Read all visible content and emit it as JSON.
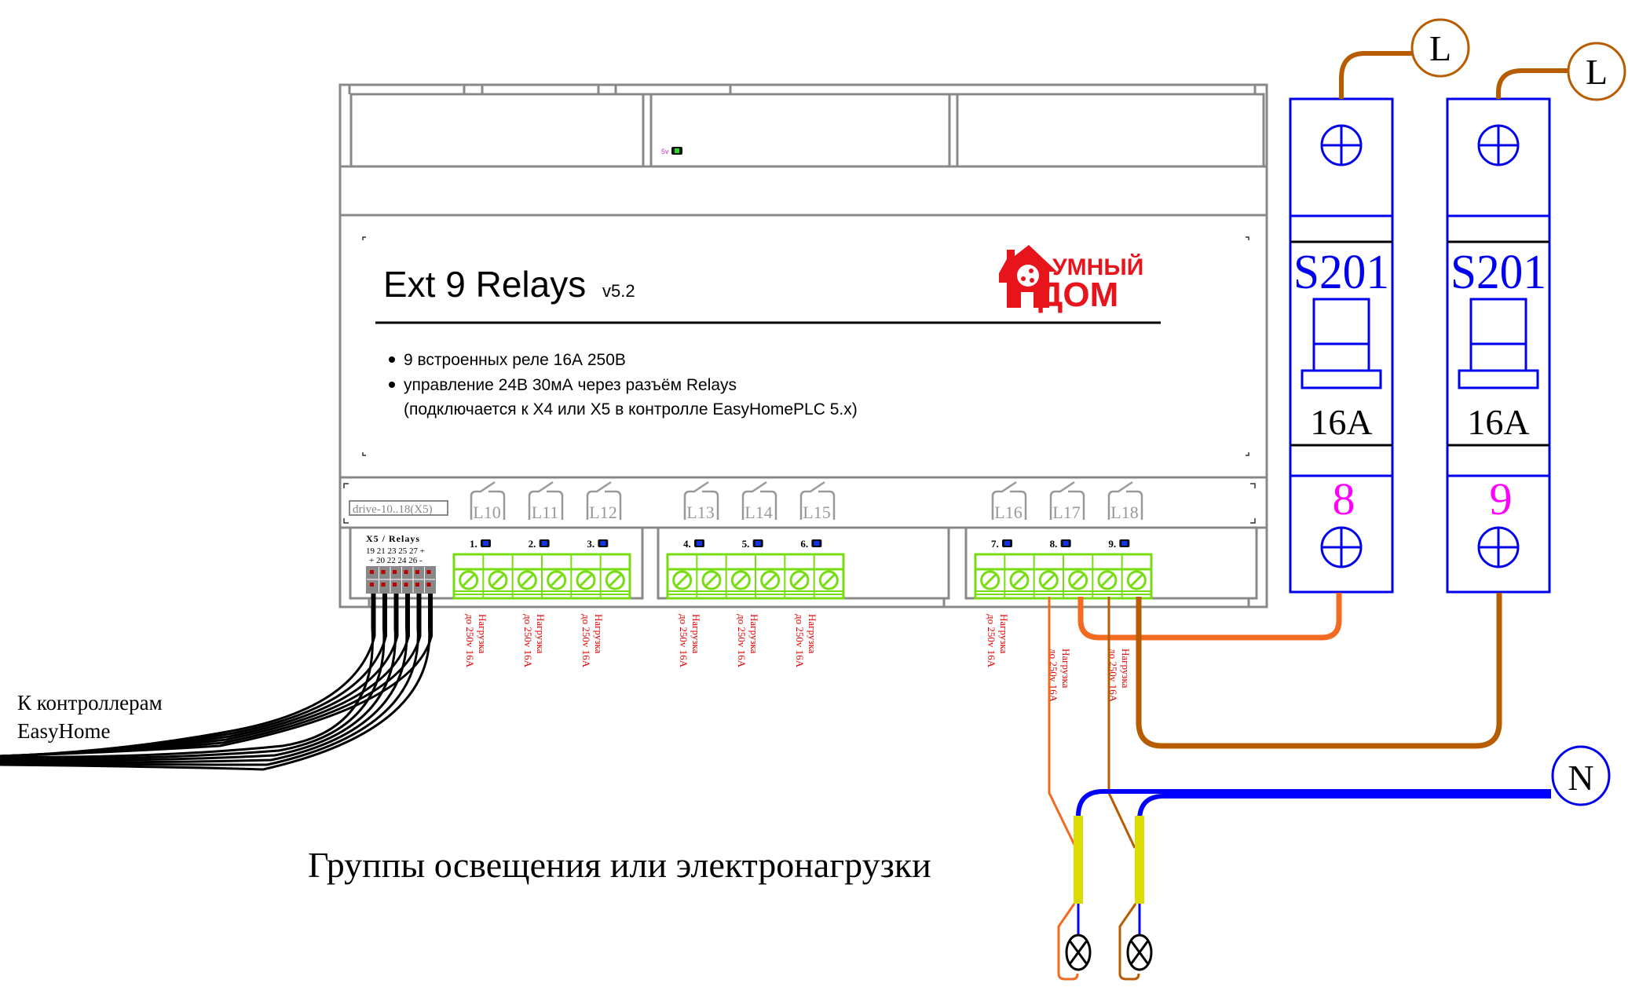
{
  "device": {
    "title": "Ext 9 Relays",
    "version": "v5.2",
    "features": [
      "9 встроенных реле 16А 250В",
      "управление 24В 30мА через разъём Relays",
      "(подключается к X4 или X5 в контролле EasyHomePLC 5.x)"
    ],
    "logo": {
      "line1": "УМНЫЙ",
      "line2": "ДОМ",
      "color": "#e8141b"
    },
    "power_led_label": "5v",
    "drive_label": "drive-10..18(X5)",
    "connector": {
      "title": "X5 / Relays",
      "pins_top": "19 21 23 25 27 +",
      "pins_bottom": "+ 20 22 24 26  -"
    },
    "relay_lines": [
      "L10",
      "L11",
      "L12",
      "L13",
      "L14",
      "L15",
      "L16",
      "L17",
      "L18"
    ],
    "channels": [
      "1.",
      "2.",
      "3.",
      "4.",
      "5.",
      "6.",
      "7.",
      "8.",
      "9."
    ],
    "load_label_line1": "Нагрузка",
    "load_label_line2": "до 250v 16A"
  },
  "breakers": [
    {
      "model": "S201",
      "rating": "16A",
      "number": "8",
      "input": "L"
    },
    {
      "model": "S201",
      "rating": "16A",
      "number": "9",
      "input": "L"
    }
  ],
  "neutral_label": "N",
  "controllers_label": [
    "К контроллерам",
    "EasyHome"
  ],
  "groups_caption": "Группы освещения или электронагрузки",
  "colors": {
    "wire_orange": "#f26b21",
    "wire_brown": "#b85c00",
    "wire_blue": "#0000ff",
    "insulation_yellow": "#dcdc00",
    "terminal_green": "#77dd11",
    "load_text_red": "#e00000",
    "breaker_blue": "#0000ee",
    "breaker_number_magenta": "#ff00ff"
  }
}
